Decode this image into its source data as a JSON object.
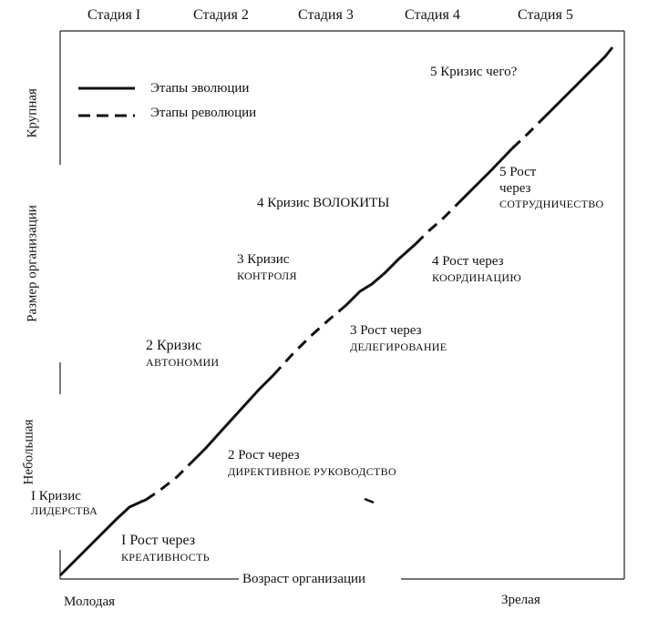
{
  "stages": [
    "Стадия I",
    "Стадия 2",
    "Стадия 3",
    "Стадия 4",
    "Стадия 5"
  ],
  "legend": {
    "evolution": "Этапы эволюции",
    "revolution": "Этапы революции"
  },
  "y_axis": {
    "title": "Размер организации",
    "top": "Крупная",
    "bottom": "Небольшая"
  },
  "x_axis": {
    "title": "Возраст организации",
    "left": "Молодая",
    "right": "Зрелая"
  },
  "crises": [
    {
      "line1": "I Кризис",
      "line2": "ЛИДЕРСТВА"
    },
    {
      "line1": "2 Кризис",
      "line2": "АВТОНОМИИ"
    },
    {
      "line1": "3 Кризис",
      "line2": "КОНТРОЛЯ"
    },
    {
      "line1": "4 Кризис ВОЛОКИТЫ"
    },
    {
      "line1": "5 Кризис чего?"
    }
  ],
  "growth": [
    {
      "line1": "I Рост через",
      "line2": "КРЕАТИВНОСТЬ"
    },
    {
      "line1": "2 Рост через",
      "line2": "ДИРЕКТИВНОЕ РУКОВОДСТВО"
    },
    {
      "line1": "3 Рост через",
      "line2": "ДЕЛЕГИРОВАНИЕ"
    },
    {
      "line1": "4 Рост через",
      "line2": "КООРДИНАЦИЮ"
    },
    {
      "line1": "5 Рост",
      "line2": "через",
      "line3": "СОТРУДНИЧЕСТВО"
    }
  ]
}
